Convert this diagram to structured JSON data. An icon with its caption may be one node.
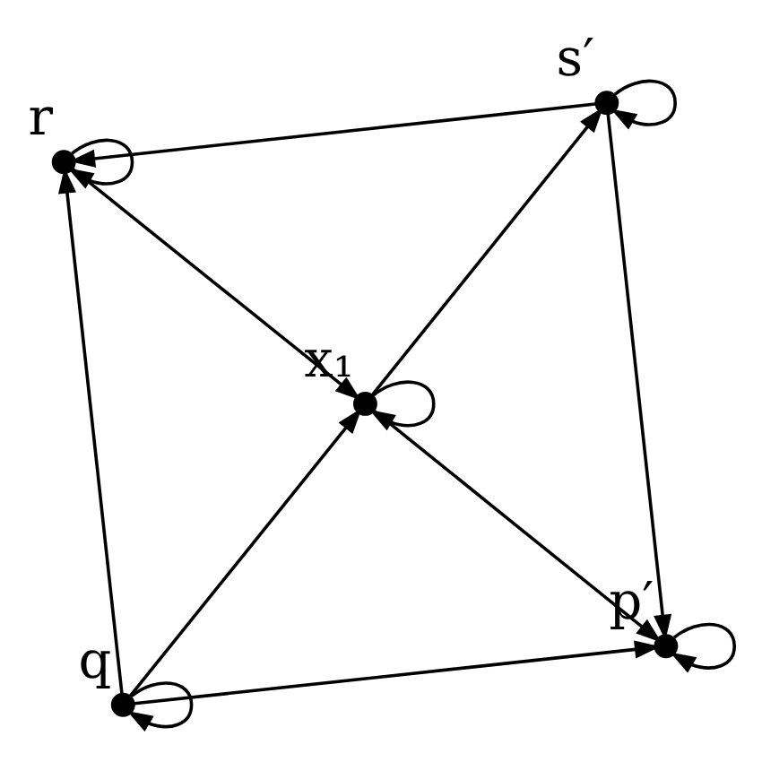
{
  "diagram": {
    "nodes": [
      {
        "text": [],
        "shape": "circle",
        "beside": [
          "x₁"
        ]
      },
      {
        "text": [],
        "shape": "circle",
        "beside": [
          "p′"
        ]
      },
      {
        "text": [],
        "shape": "circle",
        "beside": [
          "s′"
        ]
      },
      {
        "text": [],
        "shape": "circle",
        "beside": [
          "q"
        ]
      },
      {
        "text": [],
        "shape": "circle",
        "beside": [
          "r"
        ]
      }
    ],
    "edges": [
      {
        "from": 0,
        "to": 0,
        "arrow": "to"
      },
      {
        "from": 0,
        "to": 1,
        "arrow": "to"
      },
      {
        "from": 0,
        "to": 2,
        "arrow": "to"
      },
      {
        "from": 1,
        "to": 1,
        "arrow": "to"
      },
      {
        "from": 2,
        "to": 1,
        "arrow": "to"
      },
      {
        "from": 2,
        "to": 2,
        "arrow": "to"
      },
      {
        "from": 3,
        "to": 0,
        "arrow": "to"
      },
      {
        "from": 4,
        "to": 0,
        "arrow": "to"
      },
      {
        "from": 3,
        "to": 1,
        "arrow": "to"
      },
      {
        "from": 2,
        "to": 4,
        "arrow": "to"
      },
      {
        "from": 3,
        "to": 4,
        "arrow": "to"
      },
      {
        "from": 3,
        "to": 3,
        "arrow": "to"
      },
      {
        "from": 4,
        "to": 4,
        "arrow": "to"
      }
    ]
  }
}
